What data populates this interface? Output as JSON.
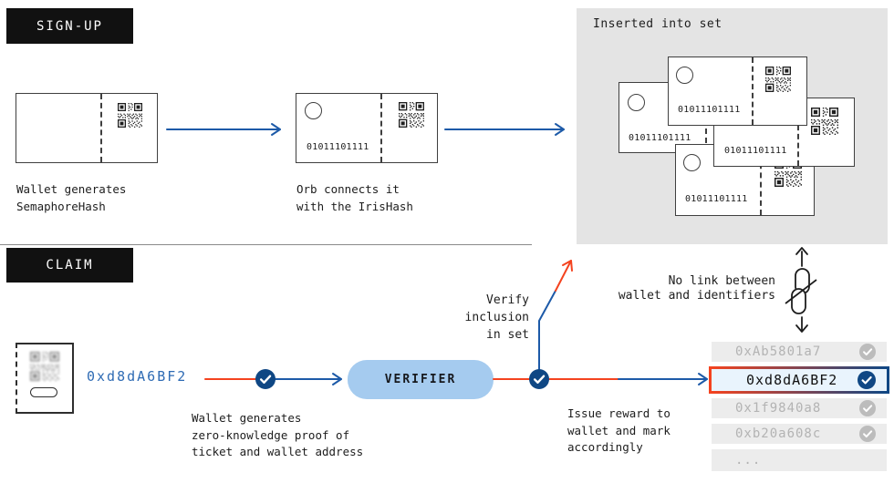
{
  "colors": {
    "blue": "#1d5aa8",
    "orange": "#f4431f",
    "navy": "#0f4784",
    "ink": "#1d1d1d",
    "pill_bg": "#a5cbef",
    "gray_box": "#e4e4e4",
    "row_bg": "#ececec",
    "row_text": "#b3b3b3",
    "seal_gray": "#bcbcbc",
    "hl_bg": "#e9f4fd",
    "divider": "#8a8a8a",
    "address_blue": "#2e6bb4"
  },
  "signup": {
    "section_label": "SIGN-UP",
    "binary": "01011101111",
    "wallet_caption": "Wallet generates\nSemaphoreHash",
    "orb_caption": "Orb connects it\nwith the IrisHash",
    "set_box": {
      "title": "Inserted into set",
      "binary": "01011101111"
    }
  },
  "claim": {
    "section_label": "CLAIM",
    "wallet_address": "0xd8dA6BF2",
    "verifier_label": "VERIFIER",
    "zk_caption": "Wallet generates\nzero-knowledge proof of\nticket and wallet address",
    "verify_caption": "Verify\ninclusion\nin set",
    "reward_caption": "Issue reward to\nwallet and mark\naccordingly",
    "nolink_caption": "No link between\nwallet and identifiers",
    "registry": {
      "rows": [
        {
          "address": "0xAb5801a7",
          "state": "done"
        },
        {
          "address": "0xd8dA6BF2",
          "state": "active"
        },
        {
          "address": "0x1f9840a8",
          "state": "done"
        },
        {
          "address": "0xb20a608c",
          "state": "done"
        },
        {
          "address": "...",
          "state": "more"
        }
      ]
    }
  }
}
